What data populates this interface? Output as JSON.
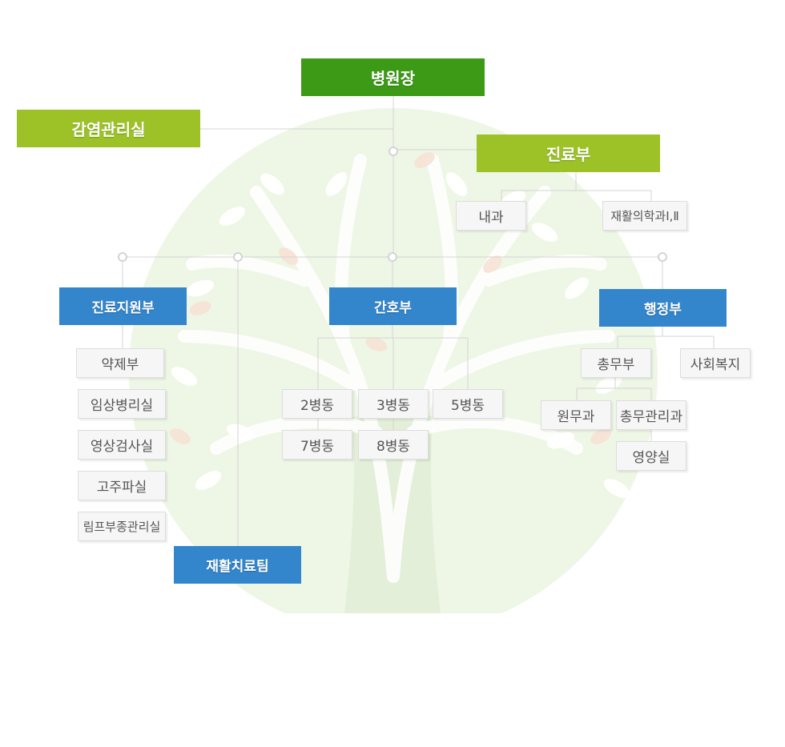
{
  "theme": {
    "dark_green": "#3d9a16",
    "lime": "#9dc227",
    "blue": "#3385cc",
    "line": "#d4d4d4",
    "sub_bg": "#f6f6f6"
  },
  "org": {
    "director": "병원장",
    "infection_control": "감염관리실",
    "medical": {
      "title": "진료부",
      "items": [
        "내과",
        "재활의학과Ⅰ,Ⅱ"
      ]
    },
    "support": {
      "title": "진료지원부",
      "items": [
        "약제부",
        "임상병리실",
        "영상검사실",
        "고주파실",
        "림프부종관리실"
      ]
    },
    "rehab_team": "재활치료팀",
    "nursing": {
      "title": "간호부",
      "items": [
        "2병동",
        "3병동",
        "5병동",
        "7병동",
        "8병동"
      ]
    },
    "admin": {
      "title": "행정부",
      "general": "총무부",
      "social_welfare": "사회복지",
      "general_items": [
        "원무과",
        "총무관리과",
        "영양실"
      ]
    }
  }
}
